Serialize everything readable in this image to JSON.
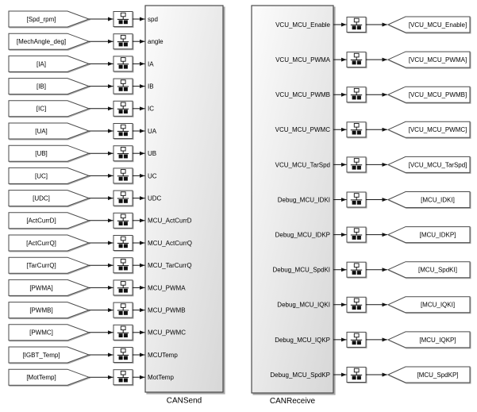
{
  "diagram": {
    "send_block": {
      "name": "CANSend"
    },
    "receive_block": {
      "name": "CANReceive"
    },
    "send_rows": [
      {
        "tag": "[Spd_rpm]",
        "port": "spd"
      },
      {
        "tag": "[MechAngle_deg]",
        "port": "angle"
      },
      {
        "tag": "[IA]",
        "port": "IA"
      },
      {
        "tag": "[IB]",
        "port": "IB"
      },
      {
        "tag": "[IC]",
        "port": "IC"
      },
      {
        "tag": "[UA]",
        "port": "UA"
      },
      {
        "tag": "[UB]",
        "port": "UB"
      },
      {
        "tag": "[UC]",
        "port": "UC"
      },
      {
        "tag": "[UDC]",
        "port": "UDC"
      },
      {
        "tag": "[ActCurrD]",
        "port": "MCU_ActCurrD"
      },
      {
        "tag": "[ActCurrQ]",
        "port": "MCU_ActCurrQ"
      },
      {
        "tag": "[TarCurrQ]",
        "port": "MCU_TarCurrQ"
      },
      {
        "tag": "[PWMA]",
        "port": "MCU_PWMA"
      },
      {
        "tag": "[PWMB]",
        "port": "MCU_PWMB"
      },
      {
        "tag": "[PWMC]",
        "port": "MCU_PWMC"
      },
      {
        "tag": "[IGBT_Temp]",
        "port": "MCUTemp"
      },
      {
        "tag": "[MotTemp]",
        "port": "MotTemp"
      }
    ],
    "receive_rows": [
      {
        "port": "VCU_MCU_Enable",
        "tag": "[VCU_MCU_Enable]"
      },
      {
        "port": "VCU_MCU_PWMA",
        "tag": "[VCU_MCU_PWMA]"
      },
      {
        "port": "VCU_MCU_PWMB",
        "tag": "[VCU_MCU_PWMB]"
      },
      {
        "port": "VCU_MCU_PWMC",
        "tag": "[VCU_MCU_PWMC]"
      },
      {
        "port": "VCU_MCU_TarSpd",
        "tag": "[VCU_MCU_TarSpd]"
      },
      {
        "port": "Debug_MCU_IDKI",
        "tag": "[MCU_IDKI]"
      },
      {
        "port": "Debug_MCU_IDKP",
        "tag": "[MCU_IDKP]"
      },
      {
        "port": "Debug_MCU_SpdKI",
        "tag": "[MCU_SpdKI]"
      },
      {
        "port": "Debug_MCU_IQKI",
        "tag": "[MCU_IQKI]"
      },
      {
        "port": "Debug_MCU_IQKP",
        "tag": "[MCU_IQKP]"
      },
      {
        "port": "Debug_MCU_SpdKP",
        "tag": "[MCU_SpdKP]"
      }
    ],
    "icons": {
      "converter": "bus-hierarchy-icon"
    },
    "colors": {
      "background": "#ffffff",
      "wire": "#141414",
      "block_border": "#4a4a4a",
      "block_fill_top": "#fcfcfc",
      "block_fill_bottom": "#d7d7d7",
      "shadow": "#a8a8a8",
      "text": "#000000"
    }
  }
}
